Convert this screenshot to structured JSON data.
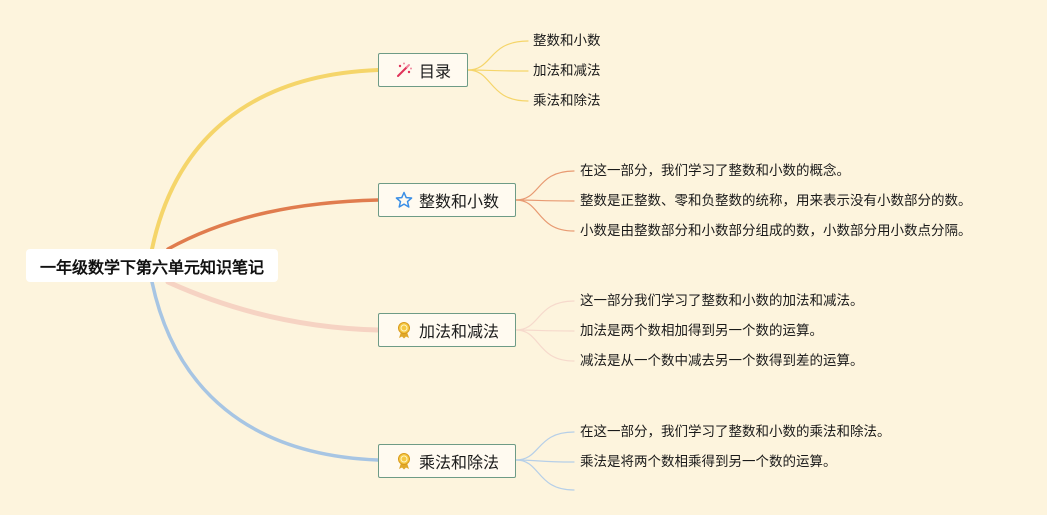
{
  "root": {
    "label": "一年级数学下第六单元知识笔记"
  },
  "branches": [
    {
      "label": "目录",
      "icon": "magic-wand-icon",
      "color": "#f5d56a",
      "leaves": [
        "整数和小数",
        "加法和减法",
        "乘法和除法"
      ]
    },
    {
      "label": "整数和小数",
      "icon": "star-icon",
      "color": "#e07c4e",
      "leaves": [
        "在这一部分，我们学习了整数和小数的概念。",
        "整数是正整数、零和负整数的统称，用来表示没有小数部分的数。",
        "小数是由整数部分和小数部分组成的数，小数部分用小数点分隔。"
      ]
    },
    {
      "label": "加法和减法",
      "icon": "medal-icon",
      "color": "#f6d3c3",
      "leaves": [
        "这一部分我们学习了整数和小数的加法和减法。",
        "加法是两个数相加得到另一个数的运算。",
        "减法是从一个数中减去另一个数得到差的运算。"
      ]
    },
    {
      "label": "乘法和除法",
      "icon": "medal-icon",
      "color": "#a7c5e3",
      "leaves": [
        "在这一部分，我们学习了整数和小数的乘法和除法。",
        "乘法是将两个数相乘得到另一个数的运算。",
        ""
      ]
    }
  ]
}
